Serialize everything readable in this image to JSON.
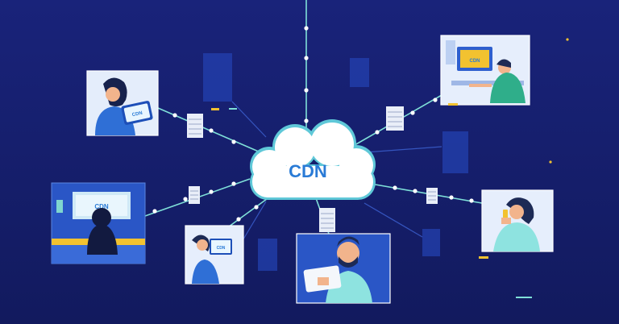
{
  "cloud": {
    "label": "CDN"
  },
  "screens": {
    "left_screen_label": "CDN",
    "top_right_screen_label": "CDN",
    "tablet_left_label": "CDN",
    "tablet_small_label": "CDN"
  },
  "icons": [
    "cloud-icon",
    "server-icon",
    "person-icon",
    "laptop-icon",
    "tablet-icon",
    "tv-icon",
    "phone-icon"
  ],
  "colors": {
    "background": "#16206e",
    "accent_lines": "#7fe0d8",
    "cloud_fill": "#ffffff",
    "cloud_text": "#2a7bd6",
    "panel_blue": "#2a56c6",
    "highlight_yellow": "#f2c230"
  }
}
